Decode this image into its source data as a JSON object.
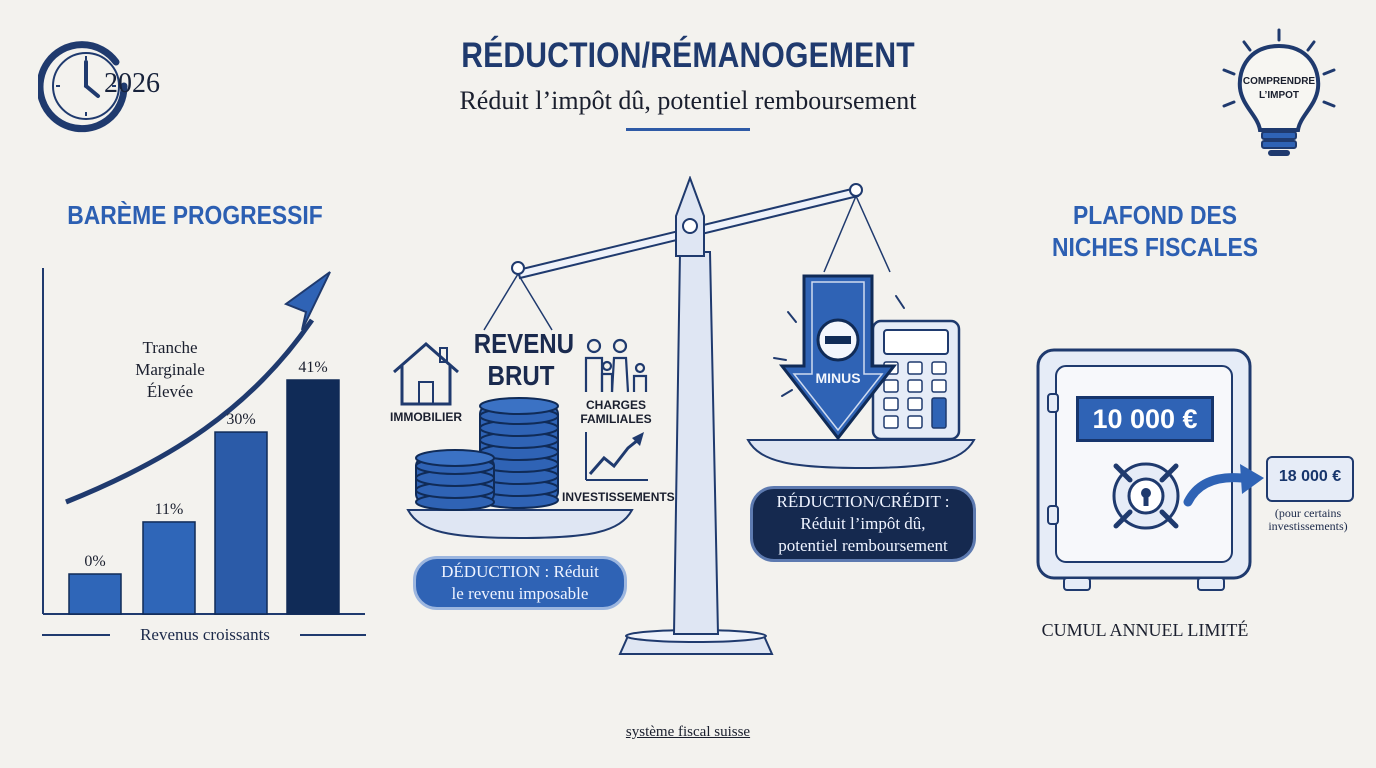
{
  "header": {
    "year": "2026",
    "title": "RÉDUCTION/RÉMANOGEMENT",
    "subtitle": "Réduit l’impôt dû, potentiel remboursement",
    "bulb_text": "COMPRENDRE L’IMPOT"
  },
  "left_panel": {
    "title": "BARÈME PROGRESSIF",
    "arrow_label_line1": "Tranche",
    "arrow_label_line2": "Marginale",
    "arrow_label_line3": "Élevée",
    "axis_label": "Revenus croissants"
  },
  "chart_data": {
    "type": "bar",
    "categories": [
      "",
      "",
      "",
      ""
    ],
    "values": [
      0,
      11,
      30,
      41
    ],
    "value_labels": [
      "0%",
      "11%",
      "30%",
      "41%"
    ],
    "xlabel": "Revenus croissants",
    "ylabel": "",
    "ylim": [
      0,
      45
    ],
    "colors": [
      "#2f66b8",
      "#2f66b8",
      "#2b5ba8",
      "#102b57"
    ]
  },
  "center": {
    "left_pan_title_line1": "REVENU",
    "left_pan_title_line2": "BRUT",
    "immobilier": "IMMOBILIER",
    "charges_line1": "CHARGES",
    "charges_line2": "FAMILIALES",
    "investissements": "INVESTISSEMENTS",
    "minus_label": "MINUS",
    "deduction_line1": "DÉDUCTION : Réduit",
    "deduction_line2": "le revenu imposable",
    "reduction_line1": "RÉDUCTION/CRÉDIT :",
    "reduction_line2": "Réduit l’impôt dû,",
    "reduction_line3": "potentiel remboursement"
  },
  "right_panel": {
    "title_line1": "PLAFOND DES",
    "title_line2": "NICHES FISCALES",
    "amount": "10 000 €",
    "max_amount": "18 000 €",
    "max_note_line1": "(pour certains",
    "max_note_line2": "investissements)",
    "caption": "CUMUL ANNUEL LIMITÉ"
  },
  "footer": {
    "text": "système fiscal suisse"
  },
  "colors": {
    "navy": "#1f3a6e",
    "blue": "#2f63b5",
    "dark": "#102b57",
    "background": "#f3f2ee"
  }
}
